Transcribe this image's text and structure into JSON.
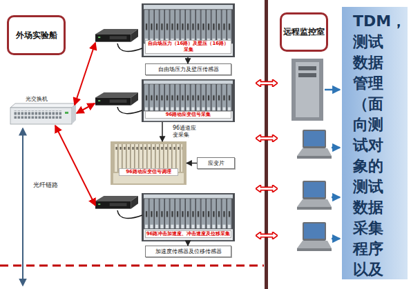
{
  "diagram": {
    "nodes": [
      {
        "text": [
          "外场实验船"
        ]
      },
      {
        "text": [
          "光交换机"
        ]
      },
      {
        "text": [
          "自由场压力（16路）及壁压（16路）采集"
        ]
      },
      {
        "text": [
          "自由场压力及壁压传感器"
        ]
      },
      {
        "text": [
          "96路动应变信号采集"
        ]
      },
      {
        "text": [
          "96路动应变信号调理"
        ]
      },
      {
        "text": [
          "应变片"
        ]
      },
      {
        "text": [
          "96路冲击加速度、冲击速度及位移采集"
        ]
      },
      {
        "text": [
          "加速度传感器及位移传感器"
        ]
      },
      {
        "text": [
          "远程监控室"
        ]
      },
      {
        "text": [
          "TDM，测试数据管理（面向测试对象的测试数据采集程序以及"
        ]
      }
    ],
    "edges": [
      {
        "from": 2,
        "to": 3,
        "arrow": "to"
      },
      {
        "from": 4,
        "to": 5,
        "label": "96通道应变采集",
        "arrow": "to"
      },
      {
        "from": 6,
        "to": 5,
        "arrow": "to"
      },
      {
        "from": 7,
        "to": 8,
        "arrow": "to"
      }
    ],
    "labels": [
      "光纤链路"
    ]
  }
}
